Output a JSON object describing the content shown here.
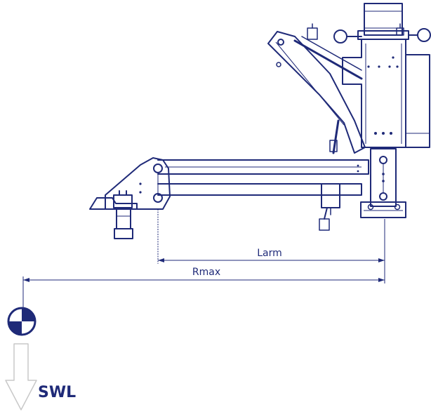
{
  "labels": {
    "larm": "Larm",
    "rmax": "Rmax",
    "swl": "SWL"
  },
  "colors": {
    "ink": "#1f2a78",
    "arrow": "#c8c8c8",
    "background": "#ffffff"
  },
  "icons": {
    "center_of_gravity": "center-of-gravity-icon",
    "load_arrow": "down-arrow-icon"
  }
}
